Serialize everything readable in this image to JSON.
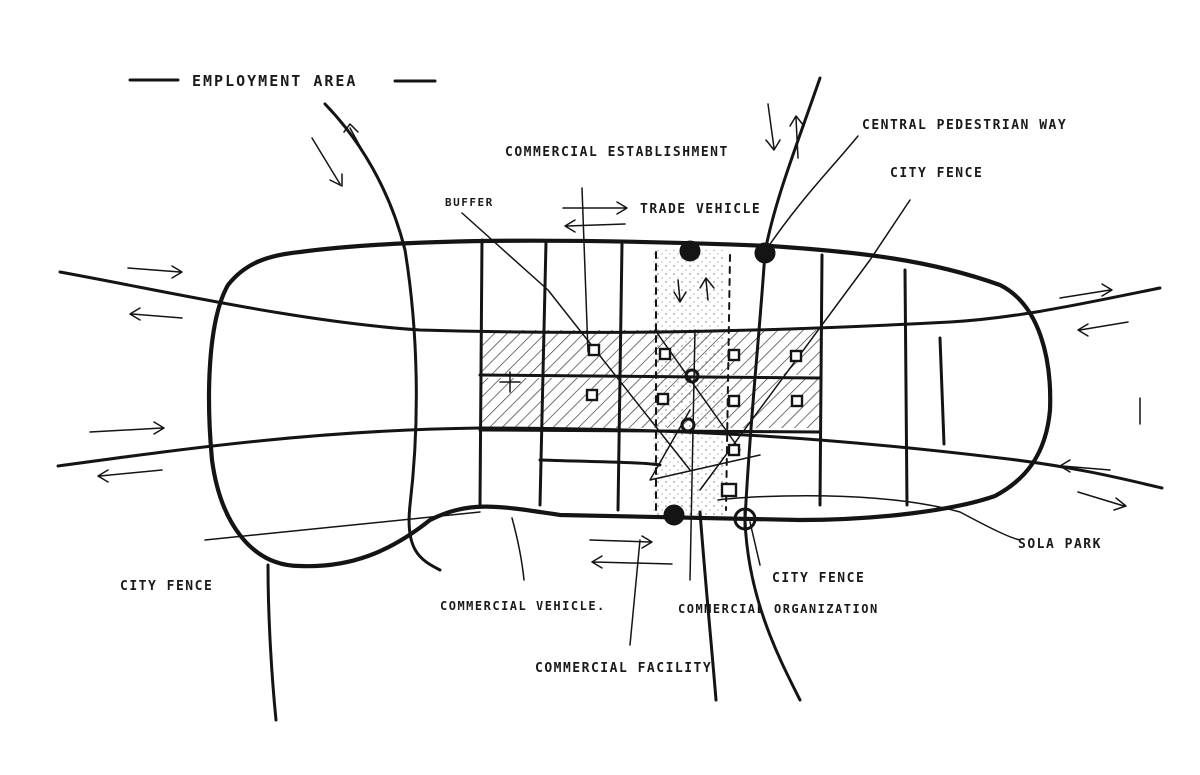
{
  "labels": {
    "employment_area": "EMPLOYMENT AREA",
    "central_pedestrian_way": "CENTRAL PEDESTRIAN WAY",
    "commercial_establishment": "COMMERCIAL ESTABLISHMENT",
    "city_fence_top": "CITY FENCE",
    "buffer": "BUFFER",
    "trade_vehicle": "TRADE VEHICLE",
    "city_fence_left": "CITY FENCE",
    "commercial_vehicle": "COMMERCIAL VEHICLE.",
    "commercial_organization": "COMMERCIAL ORGANIZATION",
    "city_fence_bottom": "CITY FENCE",
    "park": "SOLA PARK",
    "commercial_facility": "COMMERCIAL FACILITY"
  },
  "colors": {
    "ink": "#141414",
    "paper": "#ffffff",
    "hatch": "#3a3a3a"
  }
}
